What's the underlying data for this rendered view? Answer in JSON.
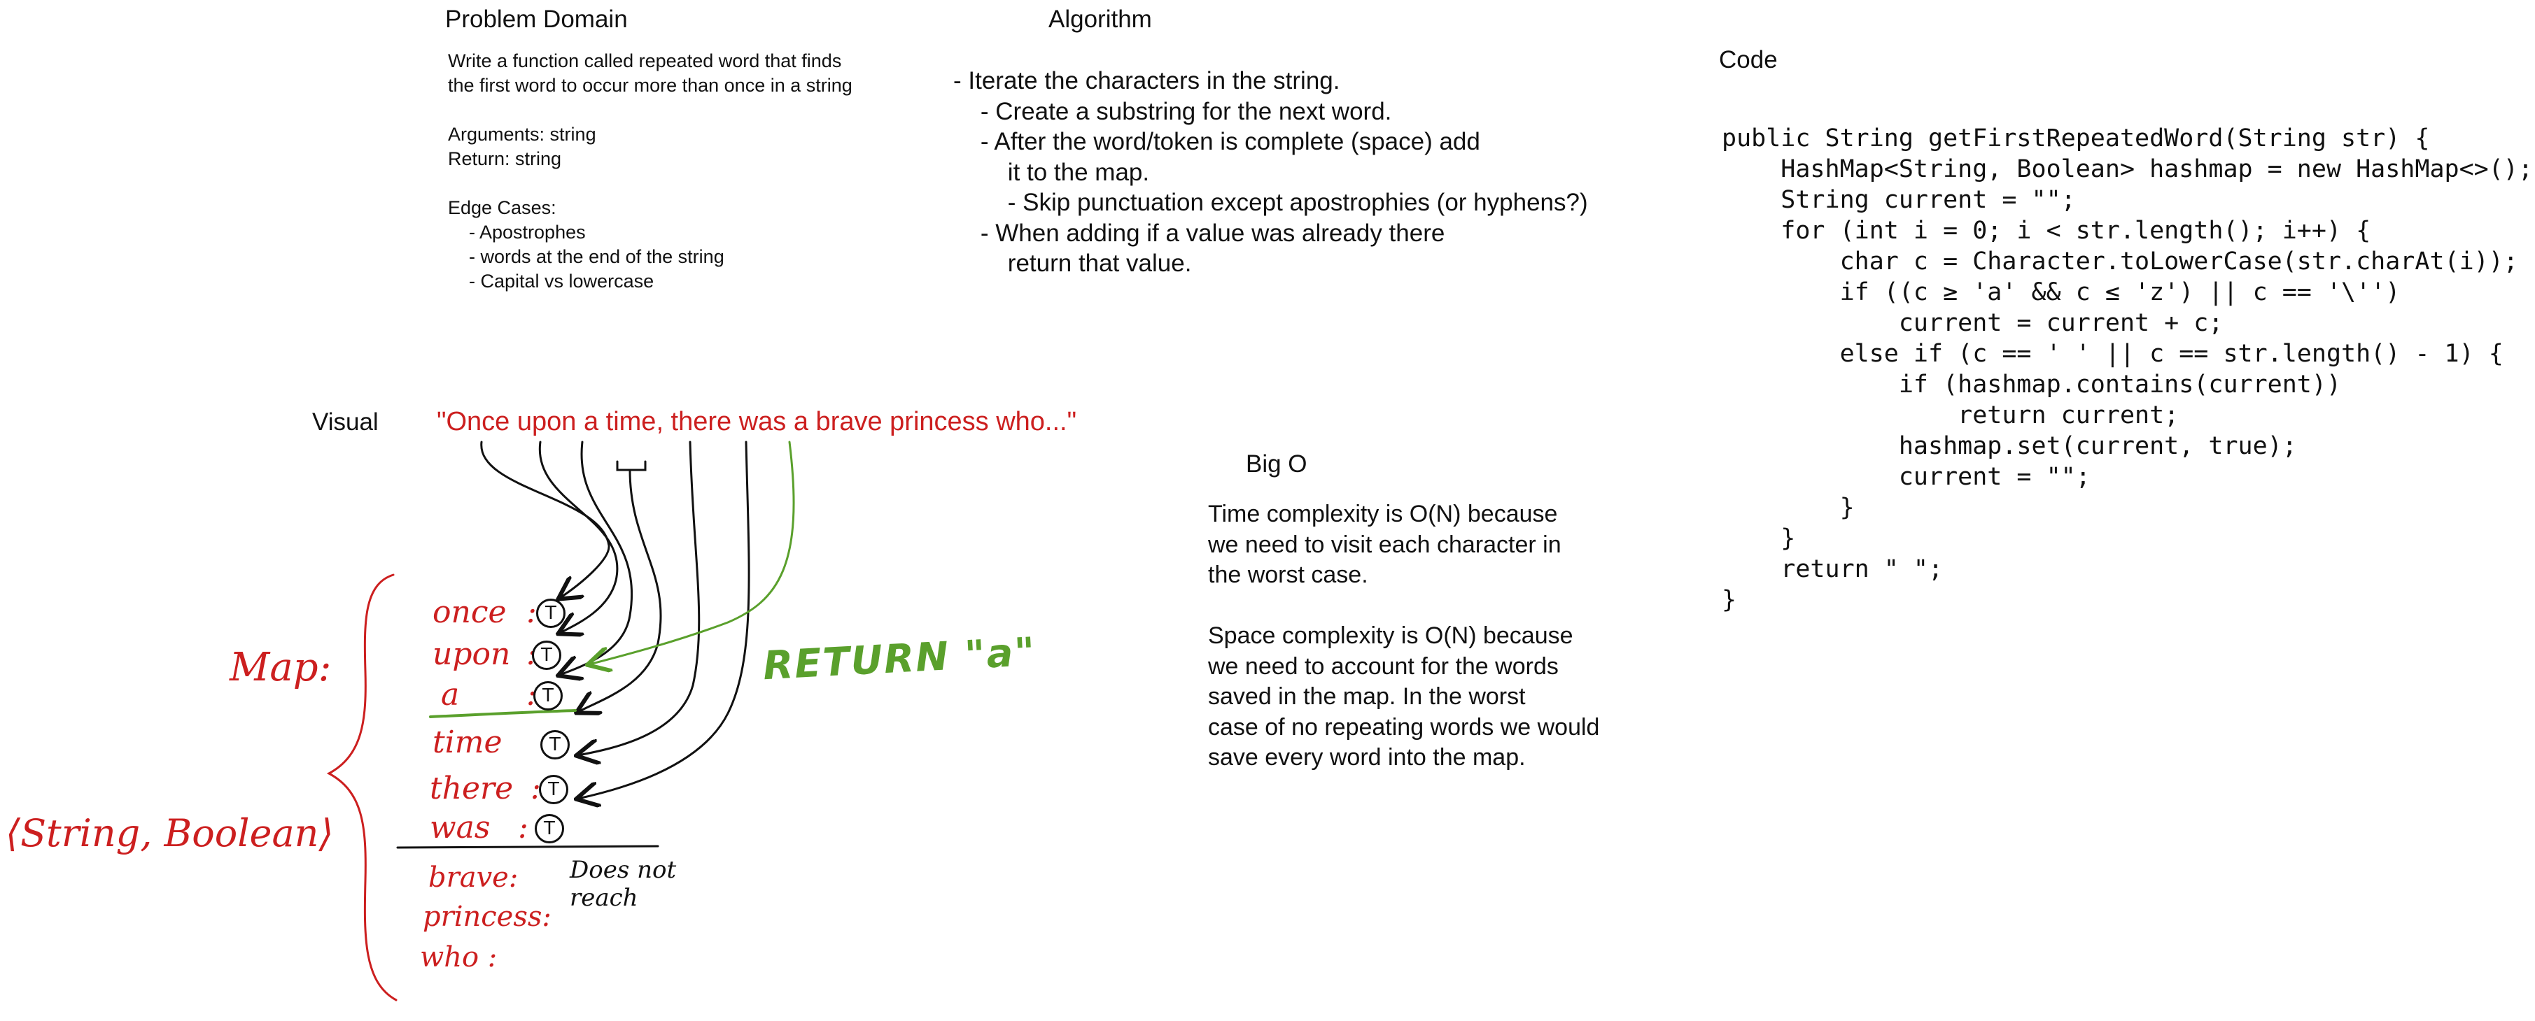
{
  "problem": {
    "title": "Problem Domain",
    "lines": [
      "Write a function called repeated word that finds",
      "the first word to occur more than once in a string",
      "",
      "Arguments: string",
      "Return: string",
      "",
      "Edge Cases:",
      "    - Apostrophes",
      "    - words at the end of the string",
      "    - Capital vs lowercase"
    ]
  },
  "algorithm": {
    "title": "Algorithm",
    "lines": [
      "- Iterate the characters in the string.",
      "    - Create a substring for the next word.",
      "    - After the word/token is complete (space) add",
      "        it to the map.",
      "        - Skip punctuation except apostrophies (or hyphens?)",
      "    - When adding if a value was already there",
      "        return that value."
    ]
  },
  "code": {
    "title": "Code",
    "lines": [
      "public String getFirstRepeatedWord(String str) {",
      "    HashMap<String, Boolean> hashmap = new HashMap<>();",
      "    String current = \"\";",
      "    for (int i = 0; i < str.length(); i++) {",
      "        char c = Character.toLowerCase(str.charAt(i));",
      "        if ((c ≥ 'a' && c ≤ 'z') || c == '\\'')",
      "            current = current + c;",
      "        else if (c == ' ' || c == str.length() - 1) {",
      "            if (hashmap.contains(current))",
      "                return current;",
      "            hashmap.set(current, true);",
      "            current = \"\";",
      "        }",
      "    }",
      "    return \" \";",
      "}"
    ]
  },
  "bigo": {
    "title": "Big O",
    "lines": [
      "Time complexity is O(N) because",
      "we need to visit each character in",
      "the worst case.",
      "",
      "Space complexity is O(N) because",
      "we need to account for the words",
      "saved in the map. In the worst",
      "case of no repeating words we would",
      "save every word into the map."
    ]
  },
  "visual": {
    "title": "Visual",
    "quote": "\"Once upon a time, there was a brave princess who...\"",
    "map_label": "Map:",
    "type_label": "⟨String, Boolean⟩",
    "map_rows": [
      {
        "key": "once",
        "value": "T"
      },
      {
        "key": "upon",
        "value": "T"
      },
      {
        "key": "a",
        "value": "T"
      },
      {
        "key": "time",
        "value": "T"
      },
      {
        "key": "there",
        "value": "T"
      },
      {
        "key": "was",
        "value": "T"
      }
    ],
    "unreached": [
      "brave:",
      "princess:",
      "who :"
    ],
    "unreached_note": [
      "Does not",
      "reach"
    ],
    "return_label": "RETURN \"a\"",
    "colors": {
      "red": "#cc1f1f",
      "green": "#5aa02c",
      "black": "#111111"
    }
  }
}
